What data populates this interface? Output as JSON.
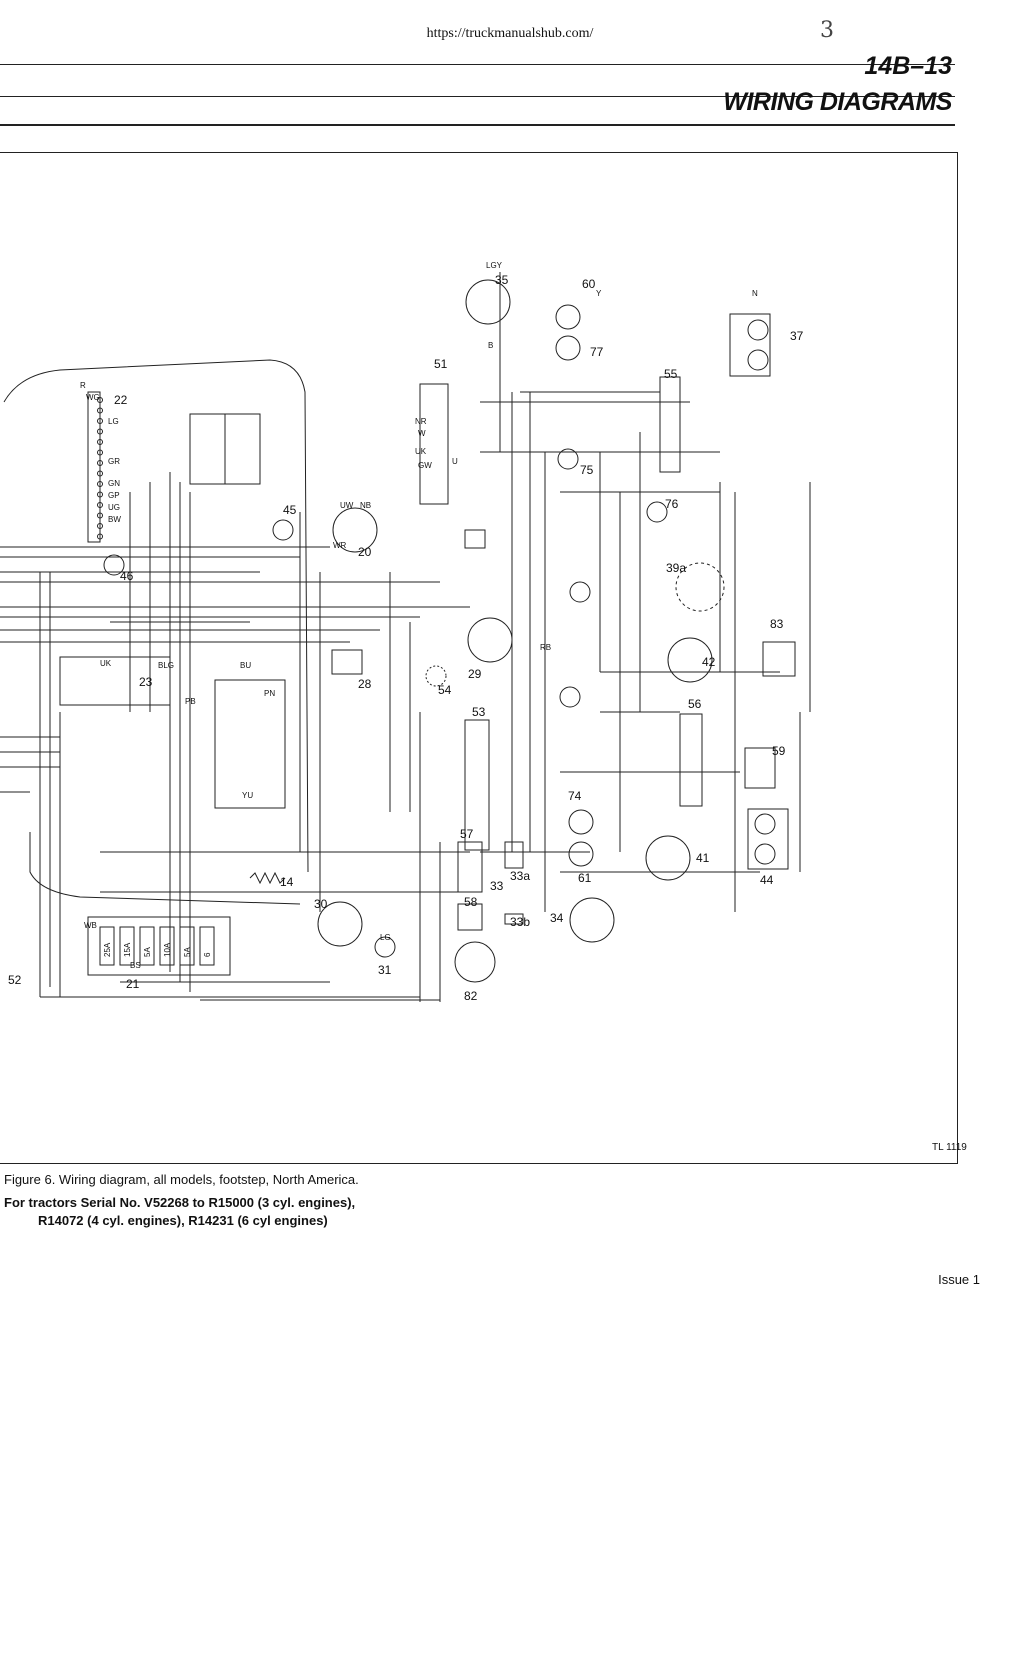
{
  "header": {
    "url": "https://truckmanualshub.com/",
    "handwritten": "3",
    "page_number": "14B–13",
    "section_title": "WIRING DIAGRAMS"
  },
  "diagram": {
    "ref_code": "TL 1119",
    "components": [
      "35",
      "60",
      "77",
      "37",
      "51",
      "55",
      "22",
      "75",
      "45",
      "20",
      "76",
      "46",
      "39a",
      "83",
      "29",
      "28",
      "54",
      "42",
      "23",
      "53",
      "56",
      "59",
      "74",
      "41",
      "61",
      "44",
      "57",
      "33a",
      "33",
      "58",
      "33b",
      "34",
      "14",
      "30",
      "31",
      "82",
      "21",
      "52"
    ],
    "fuses": [
      "25A",
      "15A",
      "5A",
      "10A",
      "5A",
      "6"
    ],
    "wire_codes": [
      "LGY",
      "Y",
      "B",
      "N",
      "R",
      "WG",
      "LG",
      "GR",
      "GN",
      "GP",
      "UG",
      "BW",
      "UW",
      "NB",
      "WR",
      "NR",
      "W",
      "UK",
      "GW",
      "U",
      "RB",
      "BLG",
      "BU",
      "UK",
      "PB",
      "PN",
      "WB",
      "BS",
      "LG",
      "YU"
    ]
  },
  "caption": {
    "line1": "Figure 6. Wiring diagram, all models, footstep, North America.",
    "line2": "For tractors Serial No. V52268 to R15000 (3 cyl. engines),",
    "line3": "R14072 (4 cyl. engines), R14231 (6 cyl engines)"
  },
  "footer": {
    "issue": "Issue 1"
  }
}
